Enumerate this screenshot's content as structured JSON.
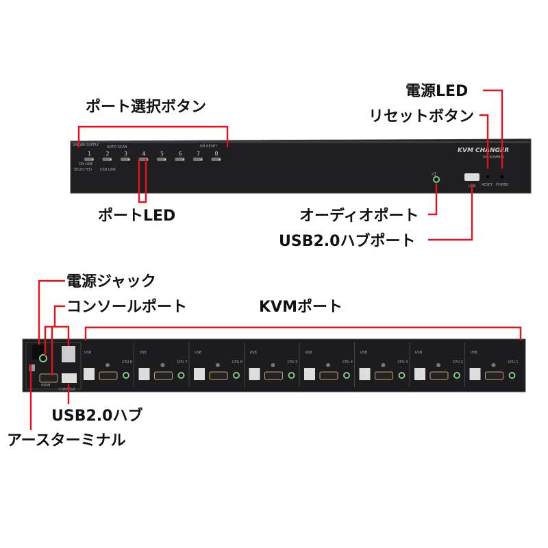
{
  "callouts": {
    "port_select_button": "ポート選択ボタン",
    "port_led": "ポートLED",
    "power_led": "電源LED",
    "reset_button": "リセットボタン",
    "audio_port": "オーディオポート",
    "usb_hub_port": "USB2.0ハブポート",
    "power_jack": "電源ジャック",
    "console_port": "コンソールポート",
    "kvm_port": "KVMポート",
    "usb_hub": "USB2.0ハブ",
    "earth_terminal": "アースターミナル"
  },
  "front_panel": {
    "logo": "SANWA SUPPLY",
    "auto_scan": "AUTO SCAN",
    "km_reset": "KM RESET",
    "ports": [
      "1",
      "2",
      "3",
      "4",
      "5",
      "6",
      "7",
      "8"
    ],
    "legend_online": "ON LINE",
    "legend_selected": "SELECTED",
    "legend_usb_link": "USB LINK",
    "product_name": "KVM CHANGER",
    "model": "SW-KVM8HU",
    "usb_label": "USB",
    "reset_label": "RESET",
    "power_label": "POWER"
  },
  "rear_panel": {
    "console_label": "CONSOLE",
    "hdmi_label": "HDMI",
    "usb_label": "USB",
    "cpu_labels": [
      "CPU 8",
      "CPU 7",
      "CPU 6",
      "CPU 5",
      "CPU 4",
      "CPU 3",
      "CPU 2",
      "CPU 1"
    ]
  },
  "colors": {
    "callout_line": "#e8101a",
    "chassis": "#1d1d1f",
    "audio_ring": "#7fd08a"
  }
}
